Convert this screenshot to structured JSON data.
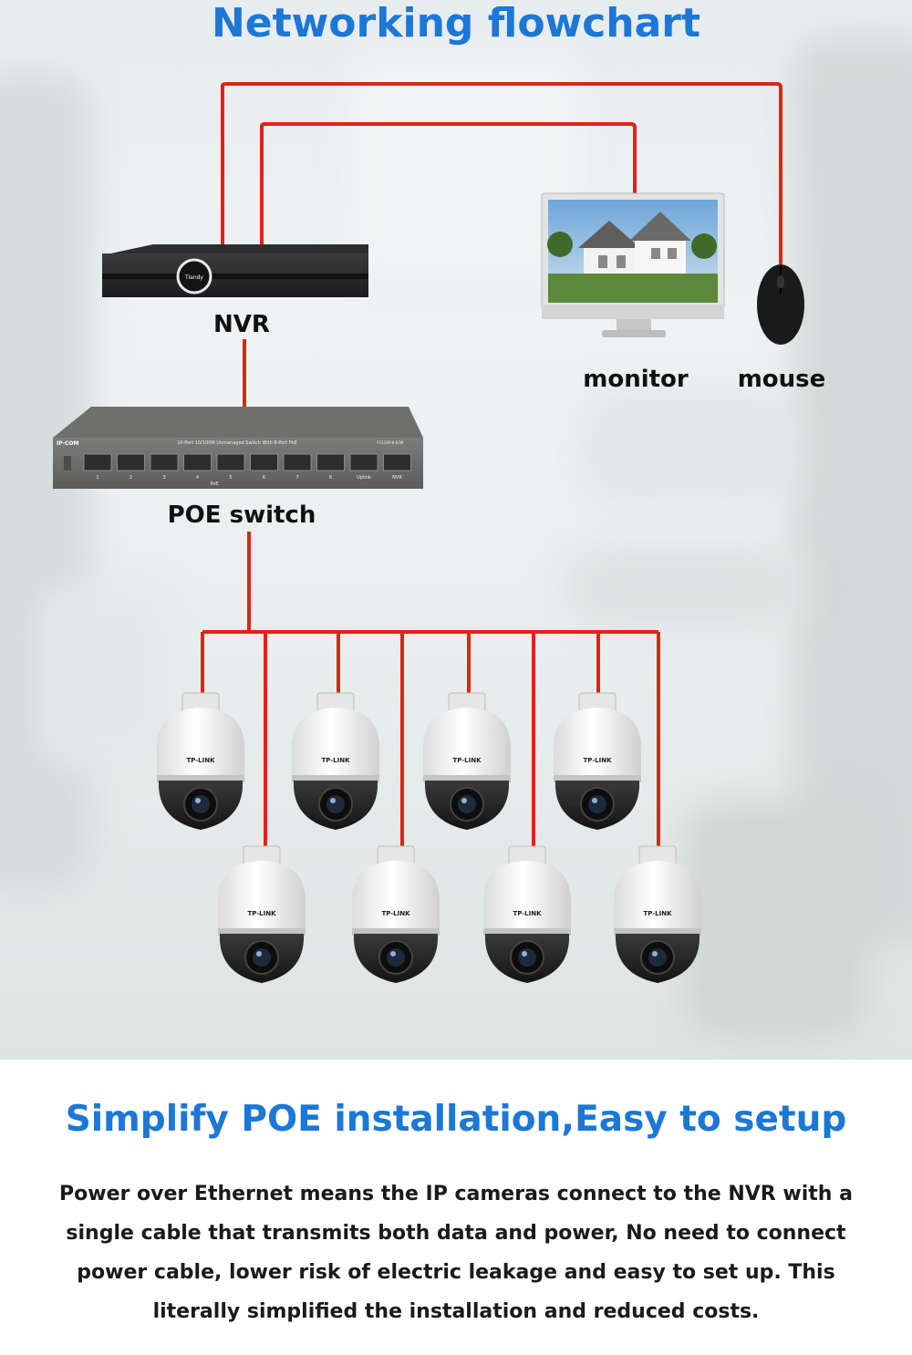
{
  "header": {
    "title": "Networking flowchart"
  },
  "devices": {
    "nvr": {
      "label": "NVR",
      "brand": "Tiandy"
    },
    "monitor": {
      "label": "monitor"
    },
    "mouse": {
      "label": "mouse"
    },
    "switch": {
      "label": "POE switch",
      "brand": "IP-COM",
      "description": "10-Port 10/100M Unmanaged Switch With 8-Port PoE",
      "model": "F1110P-8-63W",
      "ports": [
        "1",
        "2",
        "3",
        "4",
        "5",
        "6",
        "7",
        "8",
        "Uplink",
        "NVR"
      ],
      "poe_label": "PoE"
    },
    "camera_brand": "TP-LINK",
    "camera_count": 8
  },
  "colors": {
    "cable": "#e02318",
    "accent": "#1c77d6"
  },
  "footer": {
    "subtitle": "Simplify POE installation,Easy to setup",
    "description": "Power over Ethernet means the IP cameras connect to the NVR with a single cable that transmits both data and power, No need to connect power cable, lower risk of electric leakage and easy to set up. This literally simplified the installation and reduced costs."
  }
}
